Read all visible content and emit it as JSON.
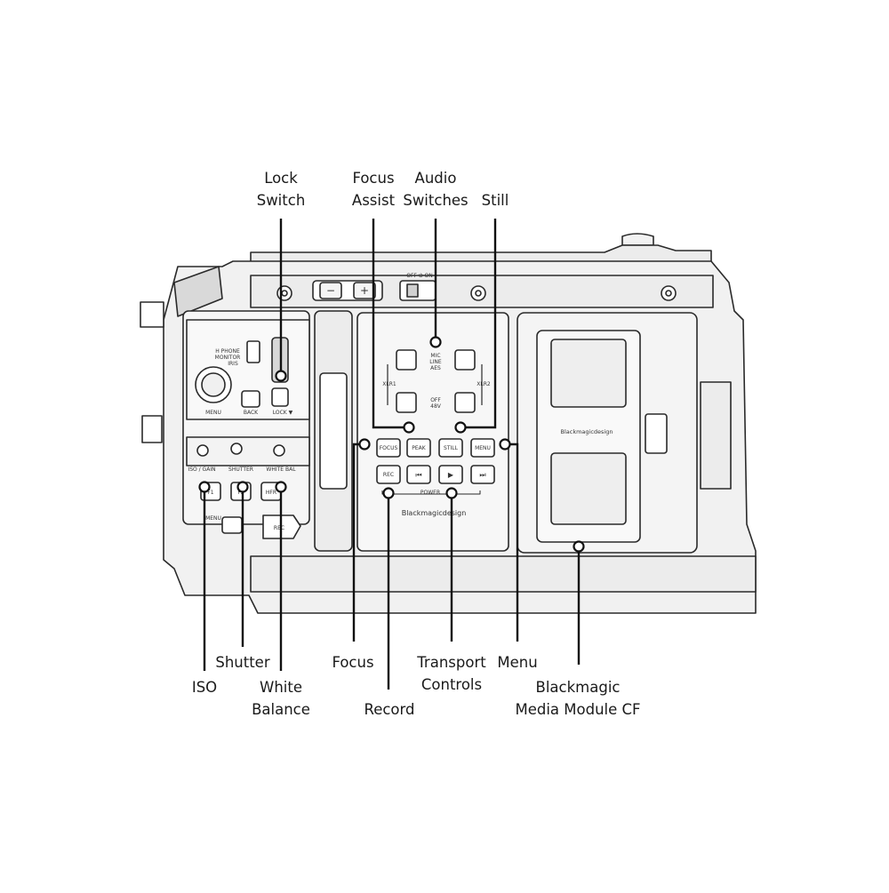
{
  "callouts": {
    "lock_switch": [
      "Lock",
      "Switch"
    ],
    "focus_assist": [
      "Focus",
      "Assist"
    ],
    "audio_switches": [
      "Audio",
      "Switches"
    ],
    "still": "Still",
    "iso": "ISO",
    "shutter": "Shutter",
    "white_balance": [
      "White",
      "Balance"
    ],
    "focus": "Focus",
    "record": "Record",
    "transport_controls": [
      "Transport",
      "Controls"
    ],
    "menu": "Menu",
    "media_module": [
      "Blackmagic",
      "Media Module CF"
    ]
  },
  "camera_labels": {
    "minus": "−",
    "plus": "+",
    "off_on": "OFF ⏻ ON",
    "h_phone": "H PHONE",
    "monitor": "MONITOR",
    "iris": "IRIS",
    "menu_small": "MENU",
    "back": "BACK",
    "lock": "LOCK ▼",
    "iso_gain": "ISO / GAIN",
    "shutter_small": "SHUTTER",
    "white_bal": "WHITE BAL",
    "f1": "F1",
    "f2": "F2",
    "hfr": "HFR",
    "menu_lower": "MENU",
    "rec_side": "REC",
    "mic": "MIC",
    "line": "LINE",
    "aes": "AES",
    "xlr1": "XLR1",
    "xlr2": "XLR2",
    "off": "OFF",
    "v48": "48V",
    "btn_focus": "FOCUS",
    "btn_peak": "PEAK",
    "btn_still": "STILL",
    "btn_menu": "MENU",
    "btn_rec": "REC",
    "btn_prev": "⏮",
    "btn_play": "▶",
    "btn_next": "⏭",
    "power": "POWER",
    "brand": "Blackmagicdesign",
    "brand_module": "Blackmagicdesign"
  }
}
